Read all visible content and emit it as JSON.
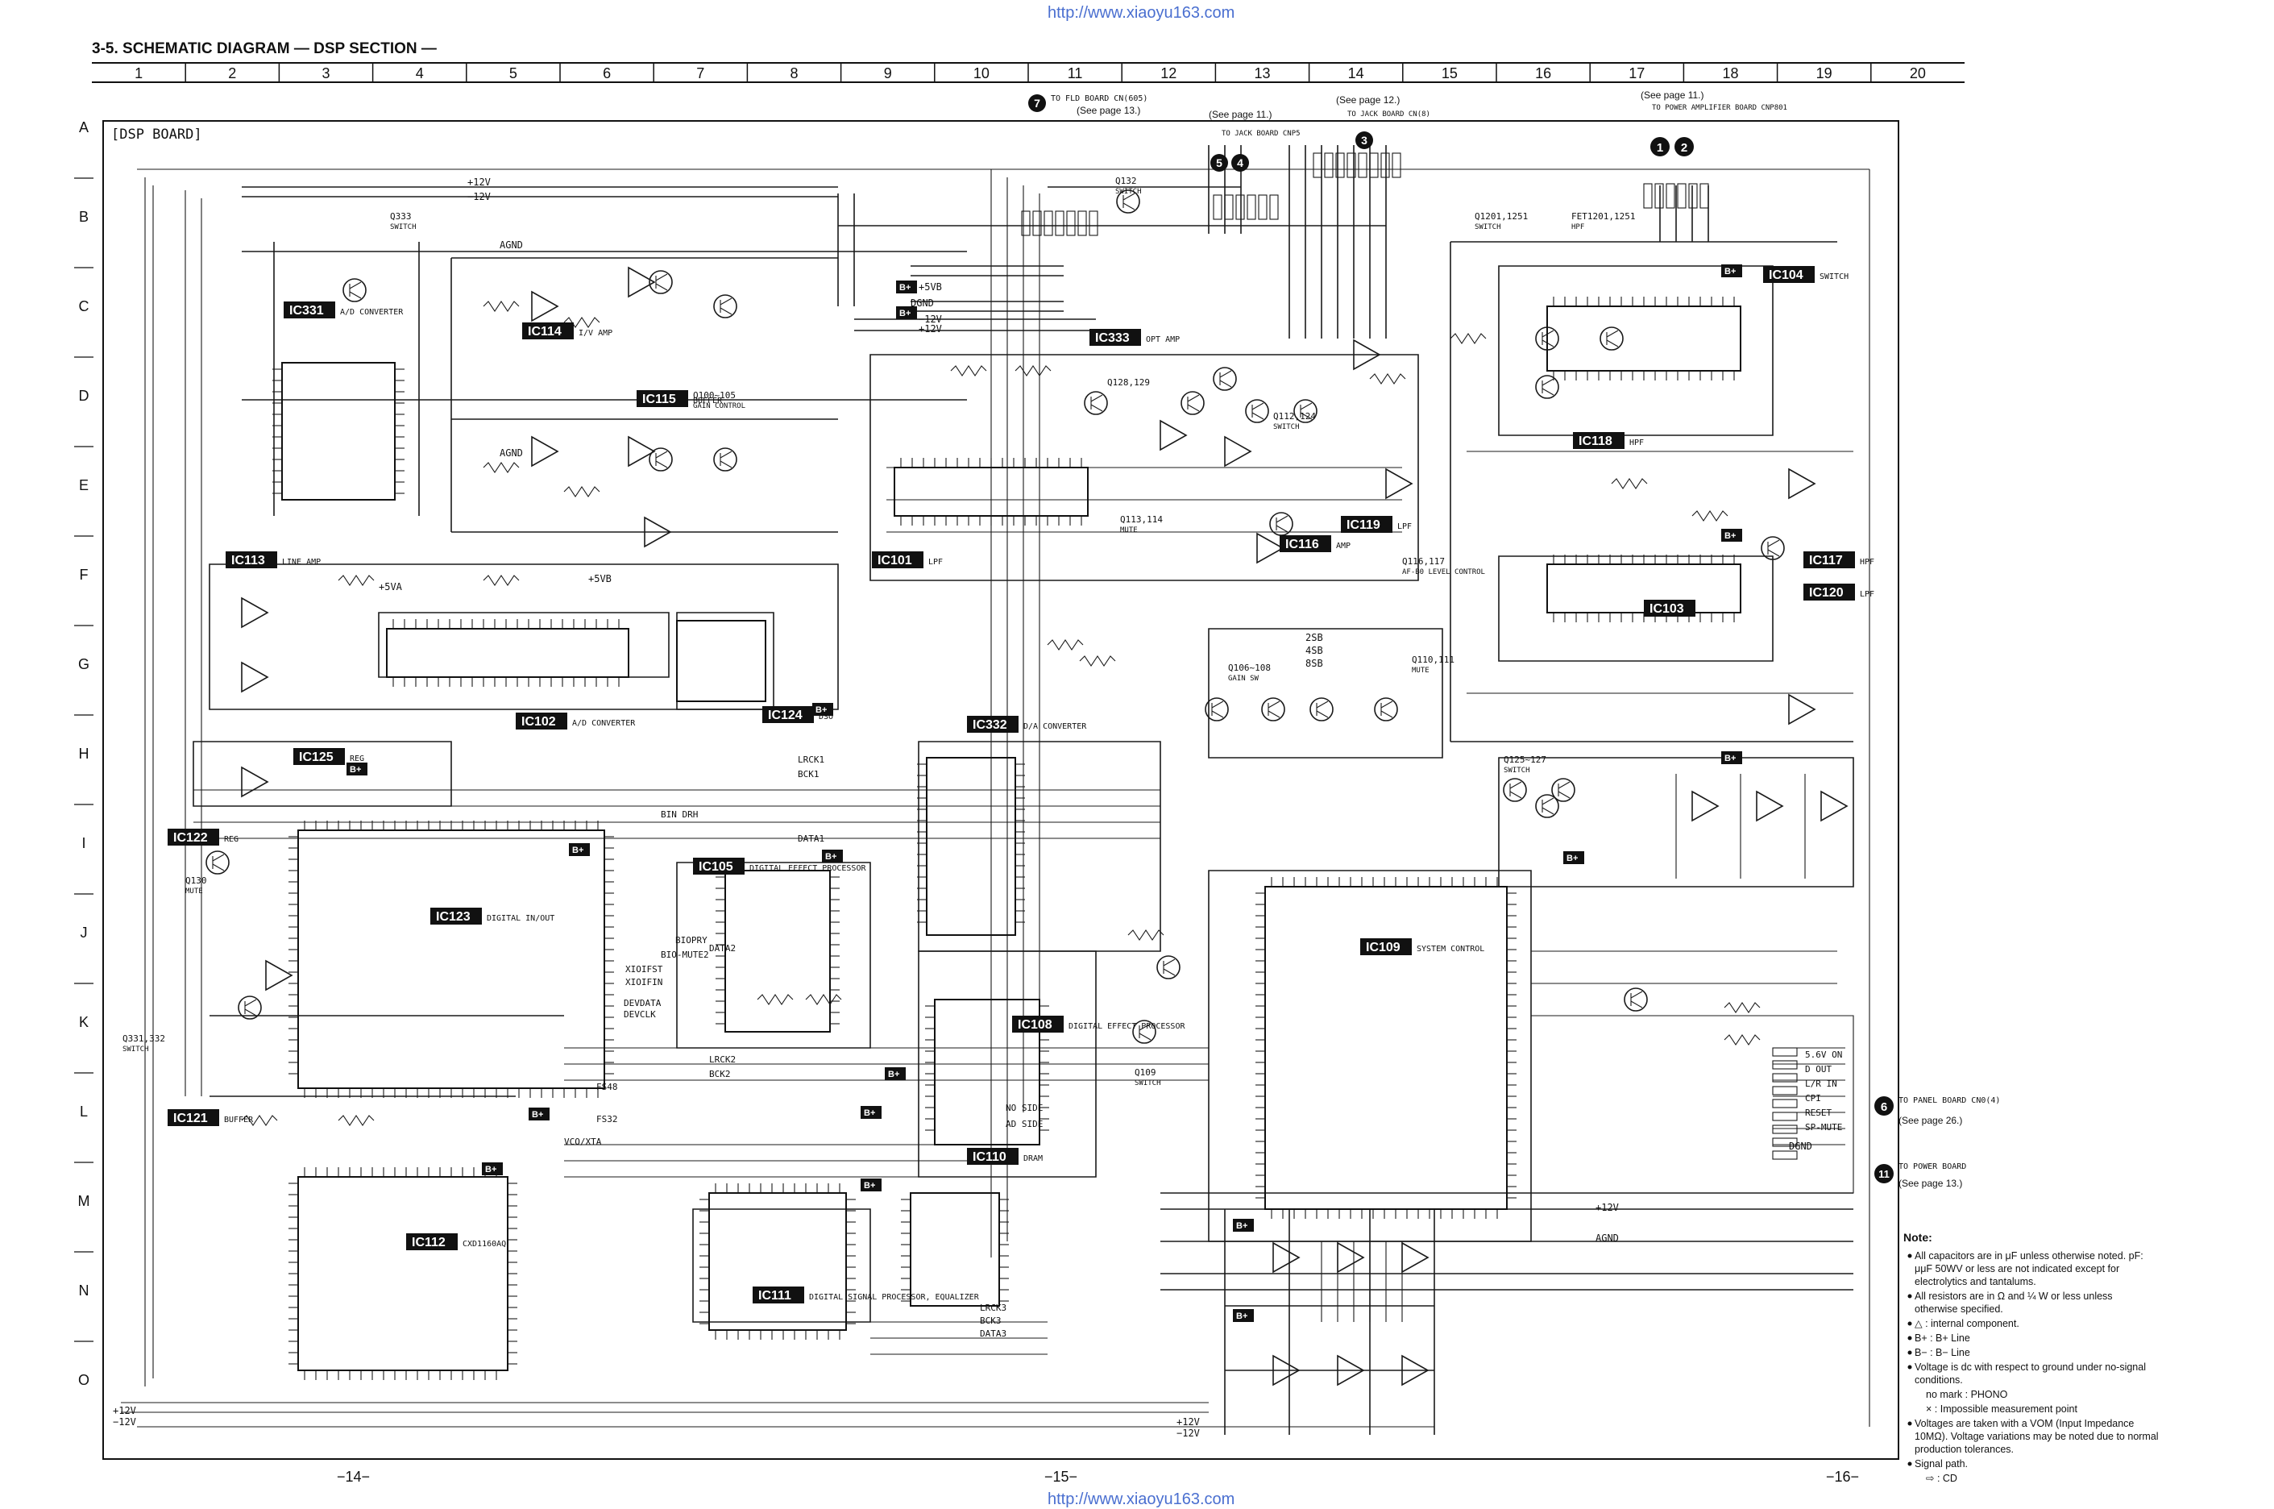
{
  "header": {
    "title": "3-5.  SCHEMATIC DIAGRAM  — DSP SECTION —",
    "watermark_url": "http://www.xiaoyu163.com"
  },
  "grid": {
    "columns": [
      "1",
      "2",
      "3",
      "4",
      "5",
      "6",
      "7",
      "8",
      "9",
      "10",
      "11",
      "12",
      "13",
      "14",
      "15",
      "16",
      "17",
      "18",
      "19",
      "20"
    ],
    "rows": [
      "A",
      "B",
      "C",
      "D",
      "E",
      "F",
      "G",
      "H",
      "I",
      "J",
      "K",
      "L",
      "M",
      "N",
      "O"
    ]
  },
  "board_label": "[DSP BOARD]",
  "connectors": {
    "c7": {
      "num": "7",
      "text": "TO FLD BOARD CN(605)",
      "see": "(See page 13.)"
    },
    "c5": {
      "num": "5",
      "text": ""
    },
    "c4": {
      "num": "4",
      "text": "TO JACK BOARD CNP5"
    },
    "c5_see": "(See page 11.)",
    "c3": {
      "num": "3",
      "text": "TO JACK BOARD CN(8)",
      "see": "(See page 12.)"
    },
    "c1": {
      "num": "1",
      "text": ""
    },
    "c2": {
      "num": "2",
      "text": "TO POWER AMPLIFIER BOARD CNP801",
      "see": "(See page 11.)"
    },
    "c6": {
      "num": "6",
      "text": "TO PANEL BOARD CN0(4)",
      "see": "(See page 26.)"
    },
    "c11": {
      "num": "11",
      "text": "TO POWER BOARD",
      "see": "(See page 13.)"
    }
  },
  "ics": [
    {
      "name": "IC331",
      "sub": "A/D CONVERTER"
    },
    {
      "name": "IC114",
      "sub": "I/V AMP"
    },
    {
      "name": "IC115",
      "sub": "BUFFER"
    },
    {
      "name": "IC333",
      "sub": "OPT AMP"
    },
    {
      "name": "IC104",
      "sub": "SWITCH"
    },
    {
      "name": "IC118",
      "sub": "HPF"
    },
    {
      "name": "IC113",
      "sub": "LINE AMP"
    },
    {
      "name": "IC101",
      "sub": "LPF"
    },
    {
      "name": "IC116",
      "sub": "AMP"
    },
    {
      "name": "IC119",
      "sub": "LPF"
    },
    {
      "name": "IC117",
      "sub": "HPF"
    },
    {
      "name": "IC120",
      "sub": "LPF"
    },
    {
      "name": "IC103",
      "sub": ""
    },
    {
      "name": "IC102",
      "sub": "A/D CONVERTER"
    },
    {
      "name": "IC124",
      "sub": "DSO"
    },
    {
      "name": "IC125",
      "sub": "REG"
    },
    {
      "name": "IC332",
      "sub": "D/A CONVERTER"
    },
    {
      "name": "IC122",
      "sub": "REG"
    },
    {
      "name": "IC123",
      "sub": "DIGITAL IN/OUT"
    },
    {
      "name": "IC105",
      "sub": "DIGITAL EFFECT PROCESSOR"
    },
    {
      "name": "IC109",
      "sub": "SYSTEM CONTROL"
    },
    {
      "name": "IC121",
      "sub": "BUFFER"
    },
    {
      "name": "IC108",
      "sub": "DIGITAL EFFECT PROCESSOR"
    },
    {
      "name": "IC110",
      "sub": "DRAM"
    },
    {
      "name": "IC112",
      "sub": "CXD1160AQ"
    },
    {
      "name": "IC111",
      "sub": "DIGITAL SIGNAL PROCESSOR, EQUALIZER"
    }
  ],
  "transistors": [
    {
      "name": "Q333",
      "sub": "SWITCH"
    },
    {
      "name": "Q132",
      "sub": "SWITCH"
    },
    {
      "name": "Q100~105",
      "sub": "GAIN CONTROL"
    },
    {
      "name": "Q128,129",
      "sub": ""
    },
    {
      "name": "Q112,124",
      "sub": "SWITCH"
    },
    {
      "name": "Q113,114",
      "sub": "MUTE"
    },
    {
      "name": "Q116,117",
      "sub": "AF-B0 LEVEL CONTROL"
    },
    {
      "name": "Q106~108",
      "sub": "GAIN SW"
    },
    {
      "name": "Q110,111",
      "sub": "MUTE"
    },
    {
      "name": "Q125~127",
      "sub": "SWITCH"
    },
    {
      "name": "Q130",
      "sub": "MUTE"
    },
    {
      "name": "Q331,332",
      "sub": "SWITCH"
    },
    {
      "name": "Q109",
      "sub": "SWITCH"
    },
    {
      "name": "Q1201,1251",
      "sub": "SWITCH"
    },
    {
      "name": "FET1201,1251",
      "sub": "HPF"
    }
  ],
  "rails": [
    "+12V",
    "−12V",
    "AGND",
    "DGND",
    "+5VA",
    "+5VB",
    "B+",
    "B−"
  ],
  "bus_labels": [
    "LRCK1",
    "BCK1",
    "DATA1",
    "BIN DRH",
    "BIOPRY",
    "DATA2",
    "BCK2",
    "LRCK2",
    "FS48",
    "FS32",
    "DEVDATA",
    "DEVCLK",
    "XIOIFST",
    "XIOIFIN",
    "BIO-MUTE2",
    "VCO/XTA",
    "LRCK3",
    "BCK3",
    "DATA3",
    "NO SIDE",
    "AD SIDE"
  ],
  "misc_labels": [
    "2SB",
    "4SB",
    "8SB",
    "5.6V ON",
    "D OUT",
    "L/R IN",
    "CPI",
    "RESET",
    "SP-MUTE"
  ],
  "notes": {
    "title": "Note:",
    "items": [
      "All capacitors are in μF unless otherwise noted. pF: μμF 50WV or less are not indicated except for electrolytics and tantalums.",
      "All resistors are in Ω and ¼ W or less unless otherwise specified.",
      "△ : internal component.",
      "B+ : B+ Line",
      "B− : B− Line",
      "Voltage is dc with respect to ground under no-signal conditions.",
      "no mark : PHONO",
      "× : Impossible measurement point",
      "Voltages are taken with a VOM (Input Impedance 10MΩ). Voltage variations may be noted due to normal production tolerances.",
      "Signal path.",
      "⇨ : CD"
    ]
  },
  "page_numbers": [
    "−14−",
    "−15−",
    "−16−"
  ]
}
